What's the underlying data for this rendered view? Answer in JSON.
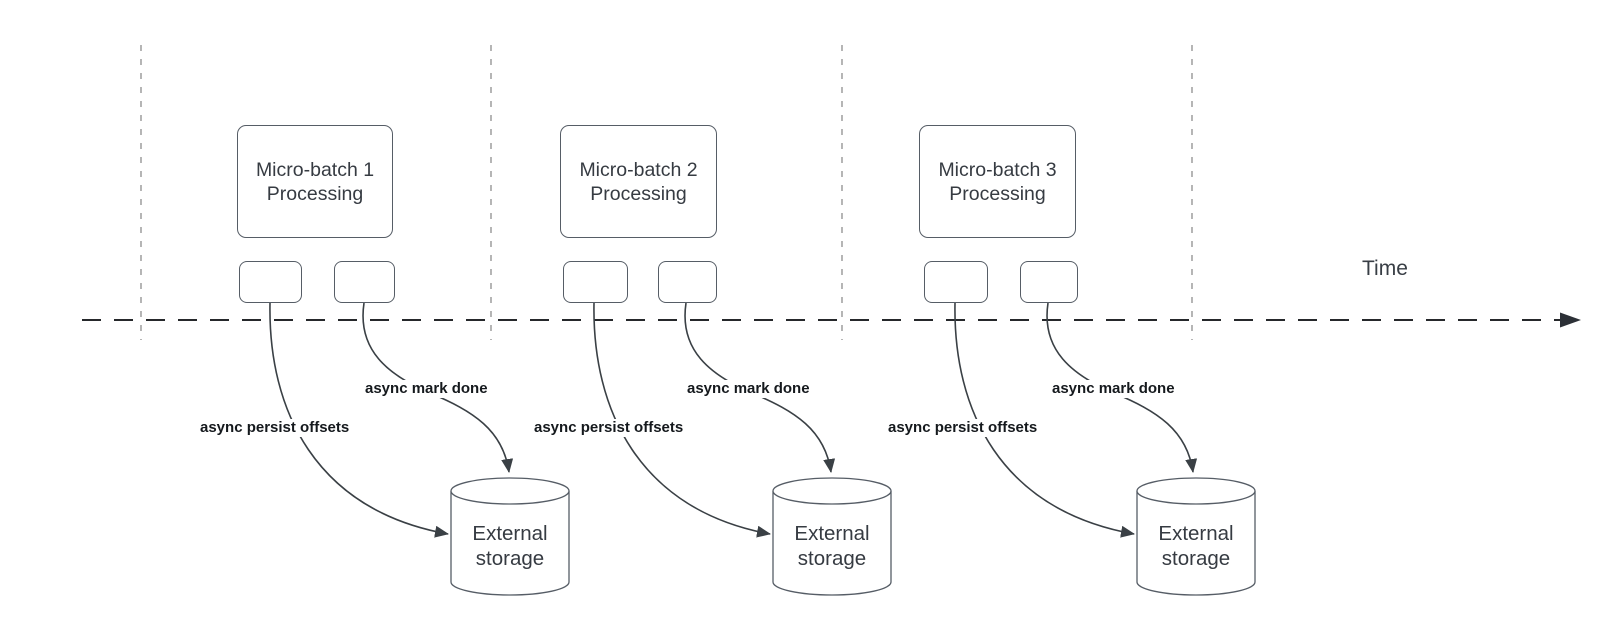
{
  "diagram": {
    "time_label": "Time",
    "groups": [
      {
        "title": "Micro-batch 1\nProcessing",
        "persist_label": "async persist offsets",
        "done_label": "async mark done",
        "storage_label": "External\nstorage"
      },
      {
        "title": "Micro-batch 2\nProcessing",
        "persist_label": "async persist offsets",
        "done_label": "async mark done",
        "storage_label": "External\nstorage"
      },
      {
        "title": "Micro-batch 3\nProcessing",
        "persist_label": "async persist offsets",
        "done_label": "async mark done",
        "storage_label": "External\nstorage"
      }
    ],
    "colors": {
      "shape_stroke": "#565d66",
      "edge_stroke": "#3a4045",
      "axis_stroke": "#26282b",
      "guide_stroke": "#a3a3a3",
      "shape_text": "#363b42",
      "edge_label_text": "#15191d"
    }
  }
}
